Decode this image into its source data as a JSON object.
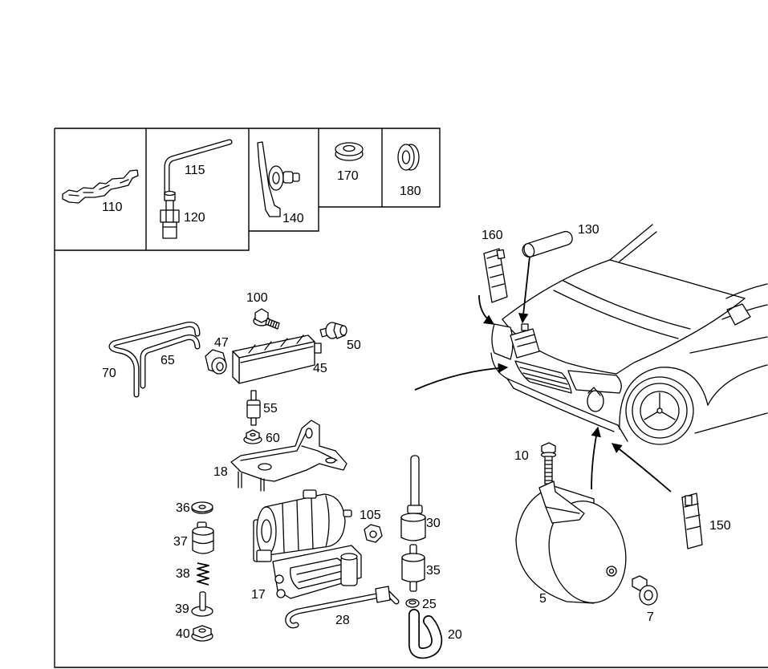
{
  "diagram": {
    "callouts": {
      "p5": "5",
      "p7": "7",
      "p10": "10",
      "p17": "17",
      "p18": "18",
      "p20": "20",
      "p25": "25",
      "p28": "28",
      "p30": "30",
      "p35": "35",
      "p36": "36",
      "p37": "37",
      "p38": "38",
      "p39": "39",
      "p40": "40",
      "p45": "45",
      "p47": "47",
      "p50": "50",
      "p55": "55",
      "p60": "60",
      "p65": "65",
      "p70": "70",
      "p100": "100",
      "p105": "105",
      "p110": "110",
      "p115": "115",
      "p120": "120",
      "p130": "130",
      "p140": "140",
      "p150": "150",
      "p160": "160",
      "p170": "170",
      "p180": "180"
    }
  },
  "colors": {
    "line": "#000000",
    "background": "#ffffff"
  }
}
